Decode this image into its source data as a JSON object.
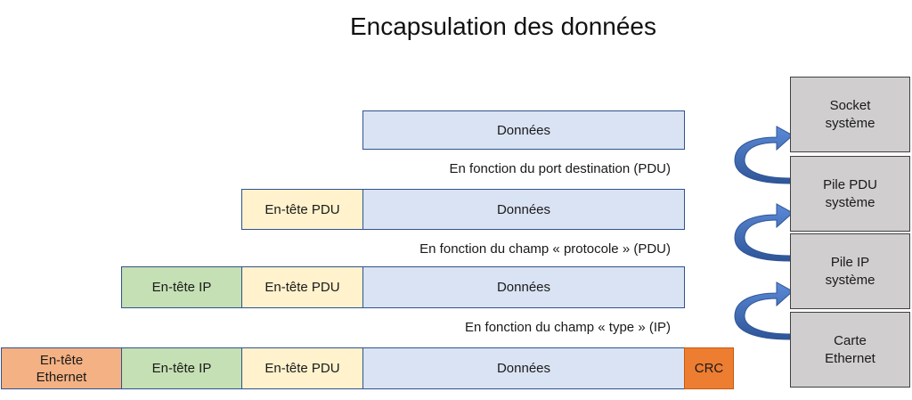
{
  "title": "Encapsulation des données",
  "rows": [
    {
      "cells": [
        "Données"
      ]
    },
    {
      "cells": [
        "En-tête PDU",
        "Données"
      ]
    },
    {
      "cells": [
        "En-tête IP",
        "En-tête PDU",
        "Données"
      ]
    },
    {
      "cells": [
        "En-tête\nEthernet",
        "En-tête IP",
        "En-tête PDU",
        "Données",
        "CRC"
      ]
    }
  ],
  "labels": {
    "port": "En fonction du port destination (PDU)",
    "protocole": "En fonction du champ « protocole » (PDU)",
    "type": "En fonction du champ « type » (IP)"
  },
  "stack": [
    "Socket\nsystème",
    "Pile PDU\nsystème",
    "Pile IP\nsystème",
    "Carte\nEthernet"
  ],
  "colors": {
    "data": "#dae3f3",
    "pdu_header": "#fff2cc",
    "ip_header": "#c5e0b4",
    "eth_header": "#f4b183",
    "crc": "#ed7d31",
    "stack": "#d0cece",
    "arrow": "#4472c4"
  }
}
